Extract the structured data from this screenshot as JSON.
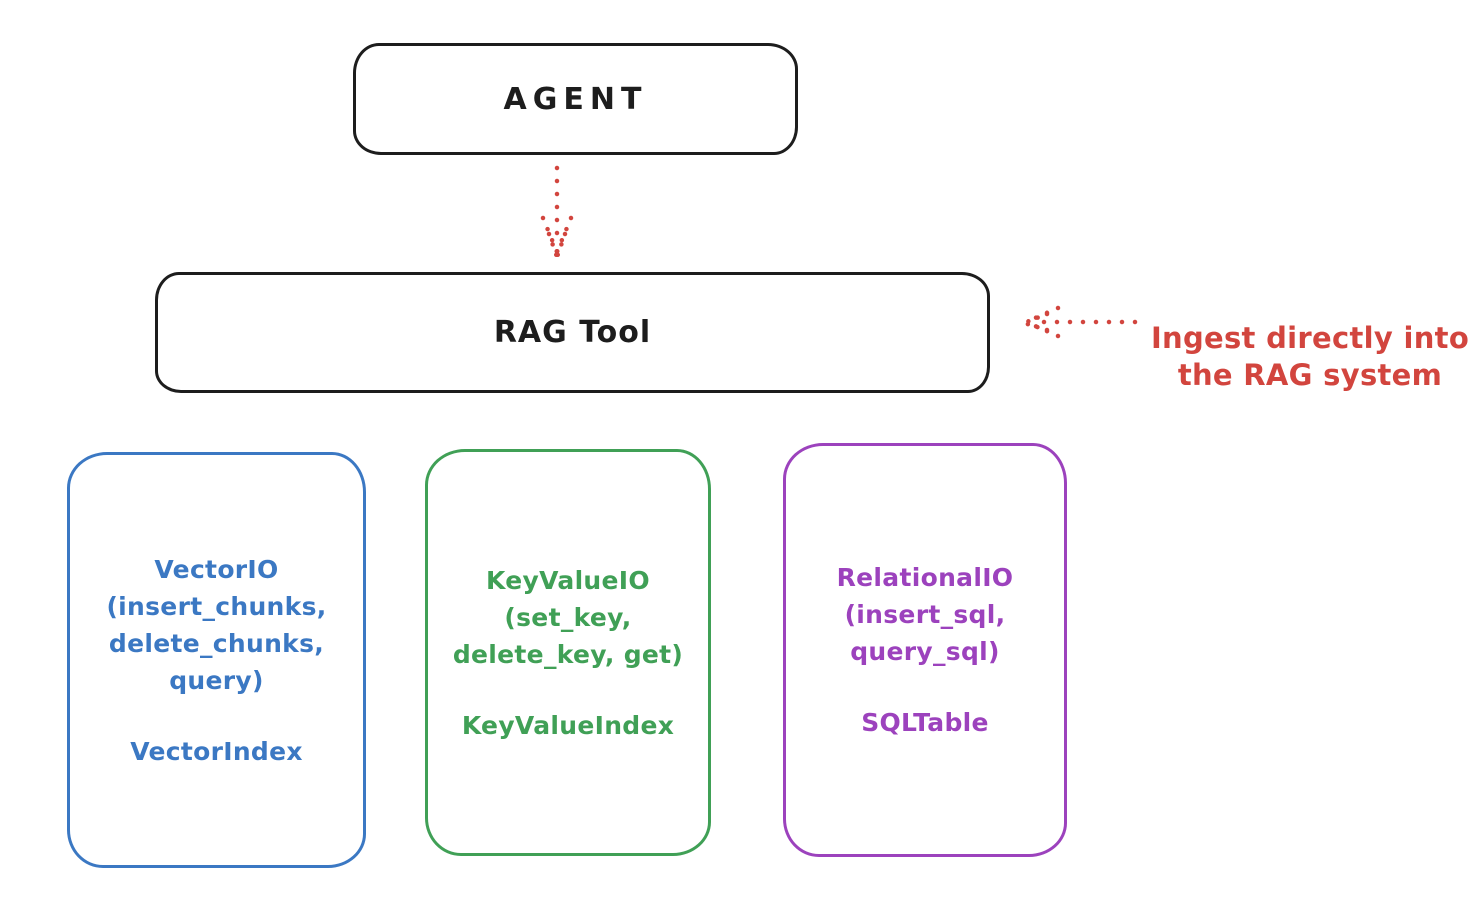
{
  "colors": {
    "ink": "#1d1d1d",
    "red": "#d2453e",
    "blue": "#3b78c3",
    "green": "#40a056",
    "purple": "#9c42bd",
    "canvas": "#ffffff"
  },
  "diagram": {
    "agent": {
      "label": "AGENT"
    },
    "rag_tool": {
      "label": "RAG Tool"
    },
    "annotation": {
      "text": "Ingest directly into\nthe RAG system"
    },
    "backends": [
      {
        "id": "vector-io",
        "body": "VectorIO\n(insert_chunks,\ndelete_chunks,\nquery)",
        "index": "VectorIndex",
        "color": "#3b78c3"
      },
      {
        "id": "keyvalue-io",
        "body": "KeyValueIO\n(set_key,\ndelete_key, get)",
        "index": "KeyValueIndex",
        "color": "#40a056"
      },
      {
        "id": "relational-io",
        "body": "RelationalIO\n(insert_sql,\nquery_sql)",
        "index": "SQLTable",
        "color": "#9c42bd"
      }
    ]
  }
}
